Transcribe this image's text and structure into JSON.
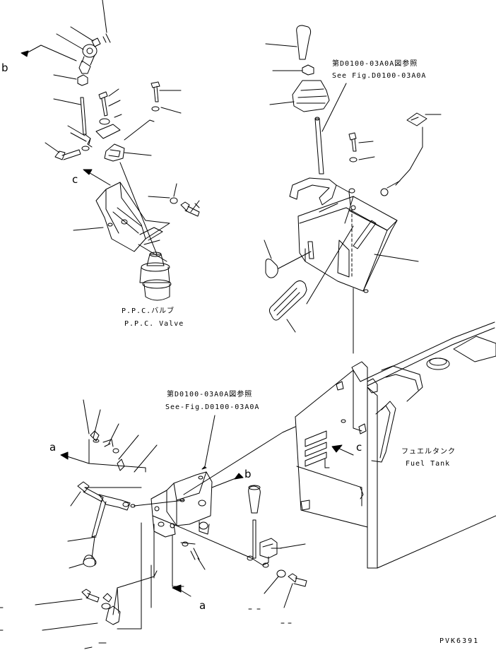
{
  "labels": {
    "callout_b_top": "b",
    "callout_c_left": "c",
    "callout_a_left": "a",
    "callout_b_bottom": "b",
    "callout_a_bottom": "a",
    "callout_c_right": "c"
  },
  "notes": {
    "ppc_valve_jp": "P.P.C.バルブ",
    "ppc_valve_en": "P.P.C. Valve",
    "see_fig_top_jp": "第D0100-03A0A図参照",
    "see_fig_top_en": "See Fig.D0100-03A0A",
    "see_fig_mid_jp": "第D0100-03A0A図参照",
    "see_fig_mid_en": "See-Fig.D0100-03A0A",
    "fuel_tank_jp": "フュエルタンク",
    "fuel_tank_en": "Fuel Tank"
  },
  "drawing_code": "PVK6391"
}
